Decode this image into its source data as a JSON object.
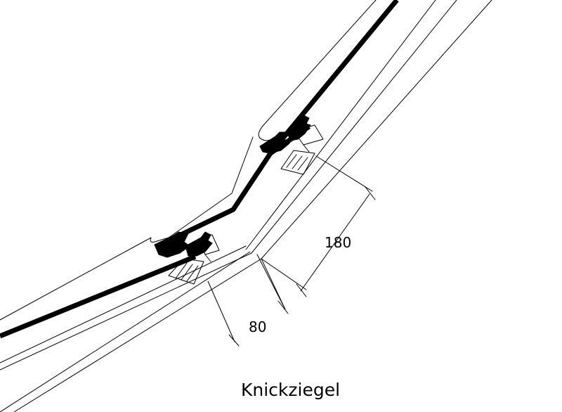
{
  "drawing": {
    "caption": "Knickziegel",
    "dimensions": {
      "upper_batten_spacing": "180",
      "lower_batten_offset": "80"
    }
  }
}
